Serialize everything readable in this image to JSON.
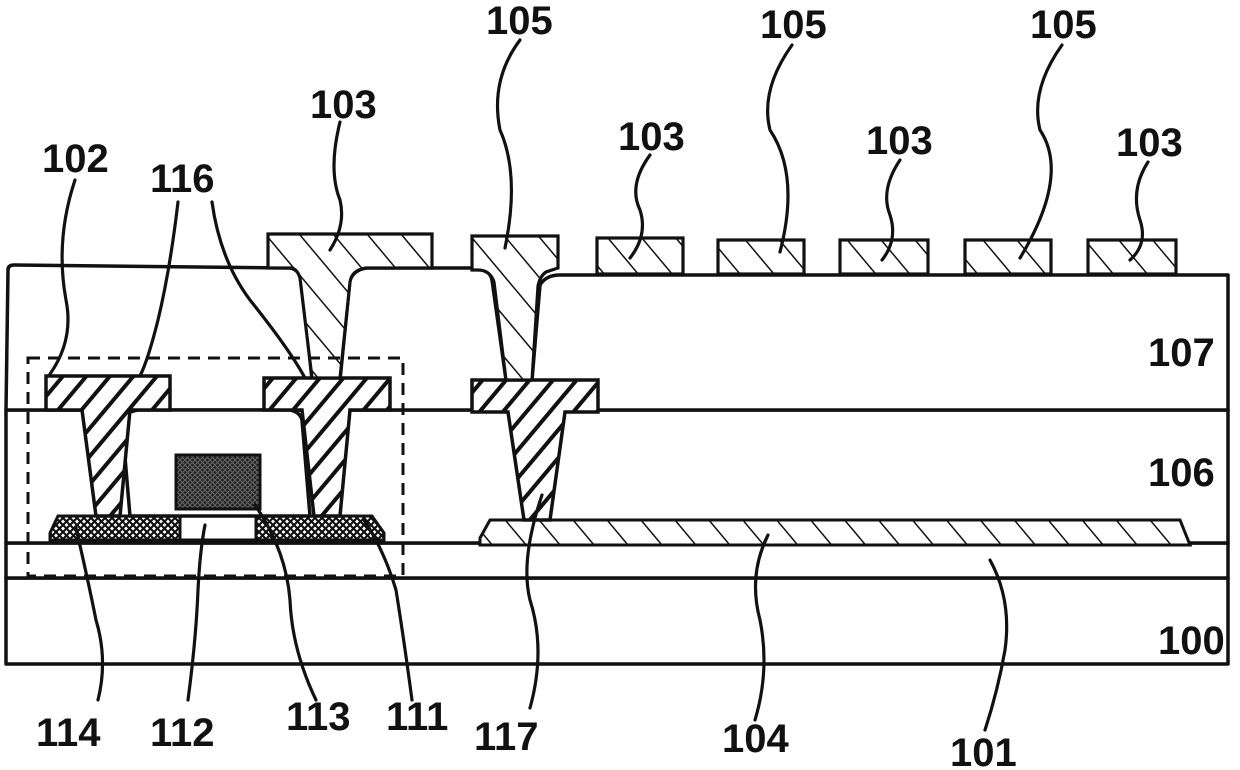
{
  "figure": {
    "labels": {
      "l100": "100",
      "l101": "101",
      "l102": "102",
      "l103a": "103",
      "l103b": "103",
      "l103c": "103",
      "l103d": "103",
      "l104": "104",
      "l105a": "105",
      "l105b": "105",
      "l105c": "105",
      "l106": "106",
      "l107": "107",
      "l111": "111",
      "l112": "112",
      "l113": "113",
      "l114": "114",
      "l116": "116",
      "l117": "117"
    }
  },
  "colors": {
    "ink": "#111111",
    "background": "#ffffff"
  }
}
